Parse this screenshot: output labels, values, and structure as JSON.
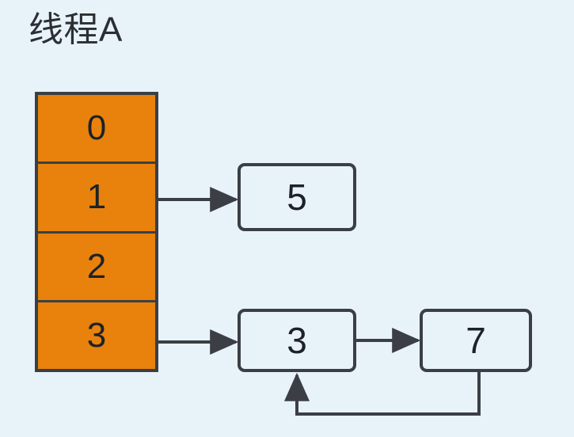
{
  "diagram": {
    "title": "线程A",
    "background_color": "#e8f3f9",
    "stroke_color": "#3b3f45",
    "array_fill_color": "#e8820c",
    "node_fill_color": "#e8f3f9",
    "array": {
      "name": "thread-local-array",
      "cells": [
        {
          "index": "0",
          "label": "0"
        },
        {
          "index": "1",
          "label": "1"
        },
        {
          "index": "2",
          "label": "2"
        },
        {
          "index": "3",
          "label": "3"
        }
      ]
    },
    "nodes": [
      {
        "id": "node-5",
        "label": "5"
      },
      {
        "id": "node-3",
        "label": "3"
      },
      {
        "id": "node-7",
        "label": "7"
      }
    ],
    "edges": [
      {
        "from": "array-cell-1",
        "to": "node-5",
        "arrow": true
      },
      {
        "from": "array-cell-3",
        "to": "node-3",
        "arrow": true
      },
      {
        "from": "node-3",
        "to": "node-7",
        "arrow": true
      },
      {
        "from": "node-7",
        "to": "node-3",
        "arrow": true,
        "style": "loop-back"
      }
    ]
  }
}
